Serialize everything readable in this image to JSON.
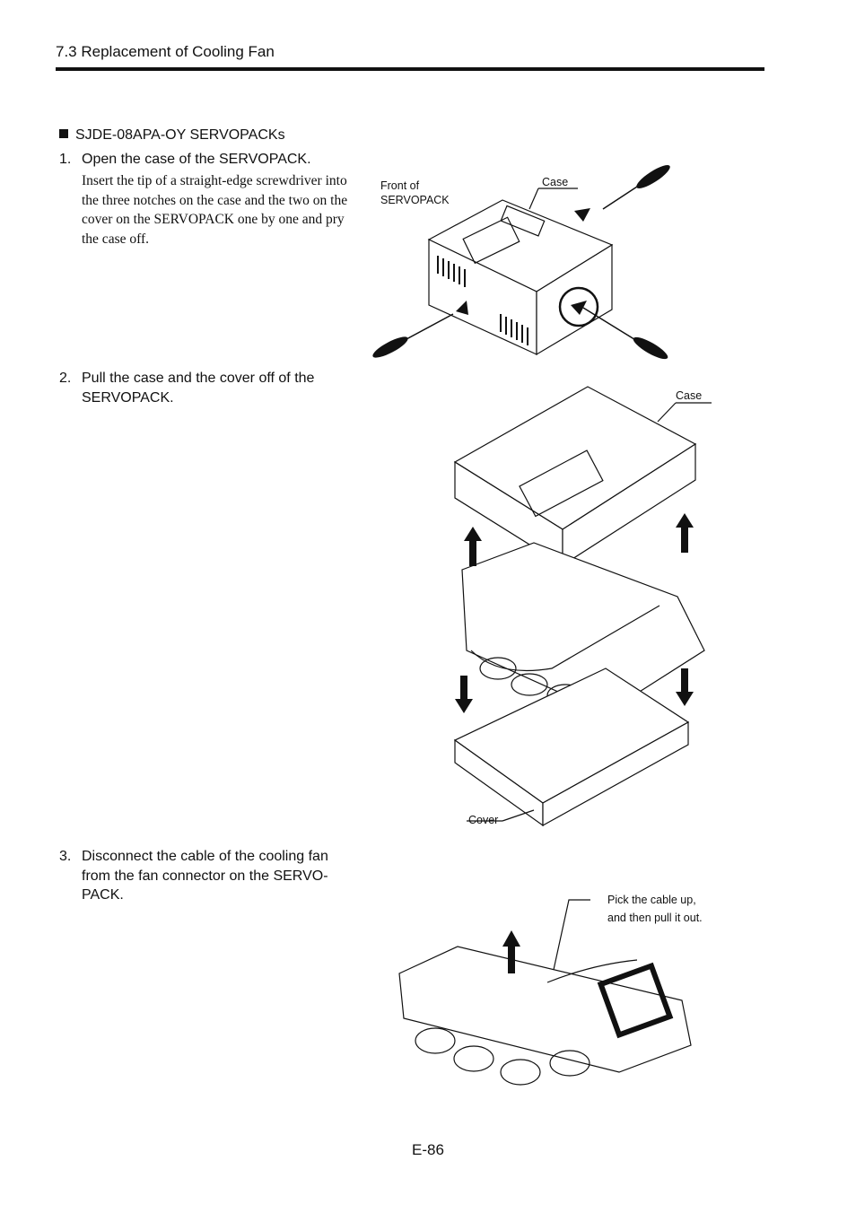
{
  "header": {
    "title": "7.3  Replacement of Cooling Fan"
  },
  "section": {
    "title": "SJDE-08APA-OY SERVOPACKs"
  },
  "steps": [
    {
      "num": "1.",
      "text": "Open the case of the SERVOPACK.",
      "desc": "Insert the tip of a straight-edge screwdriver into the three notches on the case and the two on the cover on the SERVOPACK one by one and pry the case off."
    },
    {
      "num": "2.",
      "text": "Pull the case and the cover off of the SERVOPACK."
    },
    {
      "num": "3.",
      "text": "Disconnect the cable of the cooling fan from the fan connector on the SERVO-PACK."
    }
  ],
  "figure1": {
    "front_label": "Front of\nSERVOPACK",
    "case_label": "Case"
  },
  "figure2": {
    "case_label": "Case",
    "cover_label": "Cover"
  },
  "figure3": {
    "callout": "Pick the cable up,\nand then pull it out."
  },
  "footer": {
    "page": "E-86"
  }
}
